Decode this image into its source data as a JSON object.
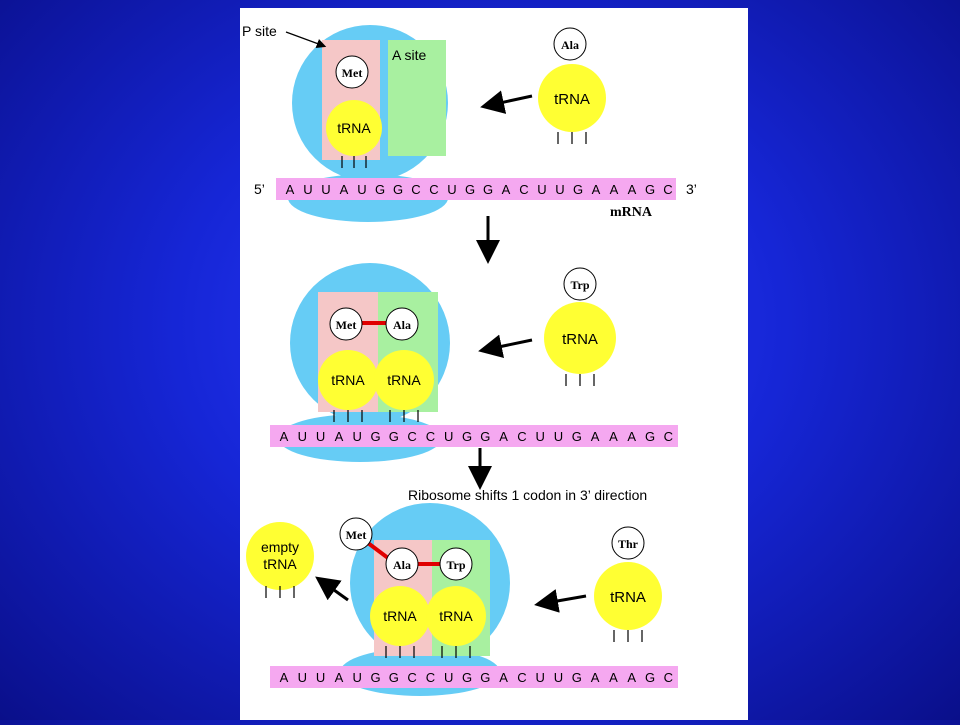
{
  "colors": {
    "background": "#1a2be0",
    "ribosome": "#66ccf5",
    "p_site": "#f5c7c7",
    "a_site": "#a8f0a0",
    "trna": "#ffff33",
    "mrna": "#f5a8f0",
    "peptide_bond": "#e00000"
  },
  "labels": {
    "p_site": "P site",
    "a_site": "A site",
    "five_prime": "5’",
    "three_prime": "3’",
    "mrna": "mRNA",
    "shift_caption": "Ribosome shifts 1 codon in 3’ direction",
    "empty_trna_line1": "empty",
    "empty_trna_line2": "tRNA"
  },
  "mrna_sequence": [
    "A",
    "U",
    "U",
    "A",
    "U",
    "G",
    "G",
    "C",
    "C",
    "U",
    "G",
    "G",
    "A",
    "C",
    "U",
    "U",
    "G",
    "A",
    "A",
    "A",
    "G",
    "C"
  ],
  "trna_label": "tRNA",
  "amino_acids": {
    "met": "Met",
    "ala": "Ala",
    "trp": "Trp",
    "thr": "Thr"
  }
}
